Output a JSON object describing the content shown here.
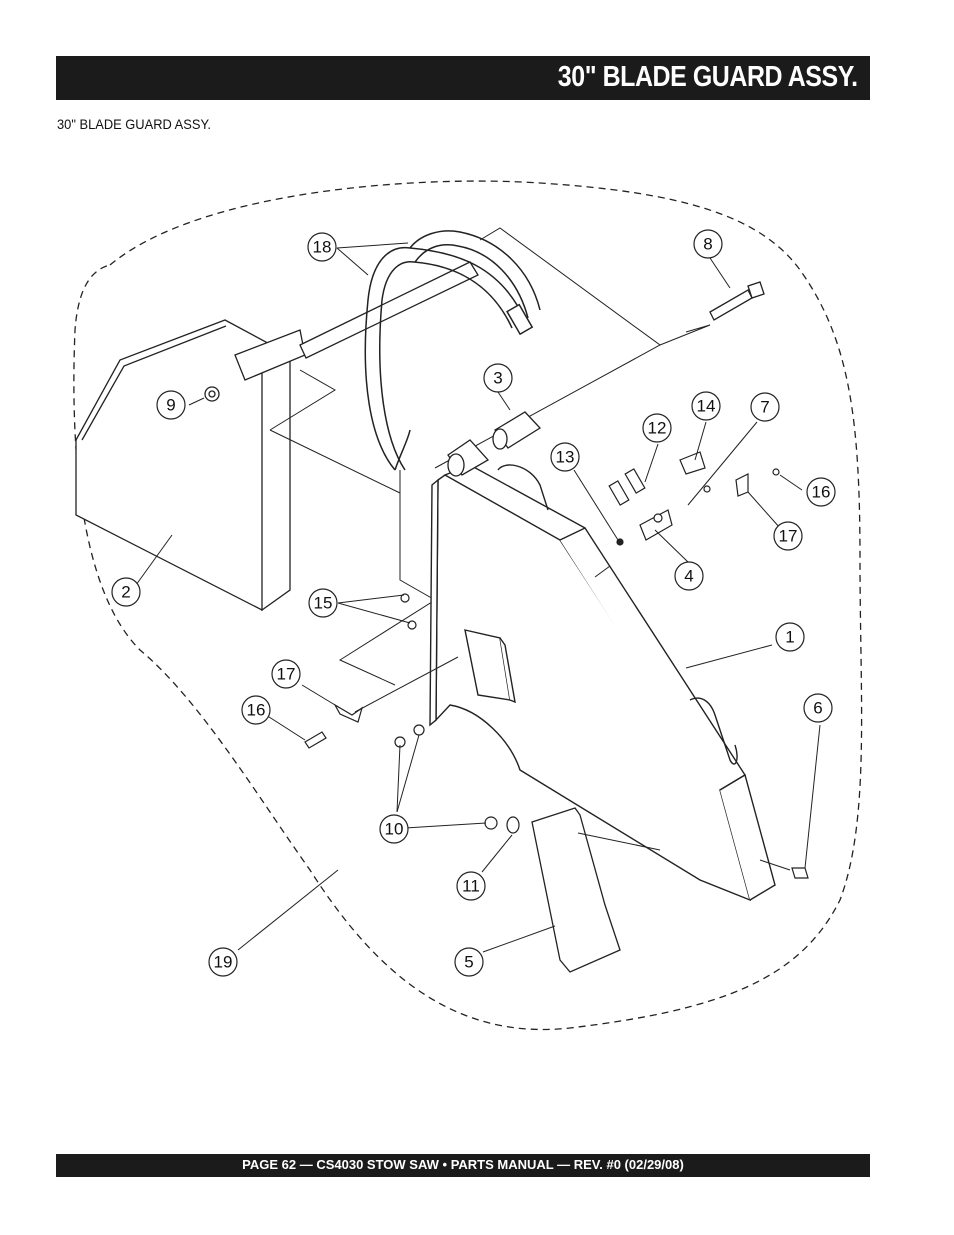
{
  "header": {
    "title": "30\" BLADE GUARD ASSY."
  },
  "subtitle": "30\" BLADE GUARD ASSY.",
  "callouts": {
    "c1": "1",
    "c2": "2",
    "c3": "3",
    "c4": "4",
    "c5": "5",
    "c6": "6",
    "c7": "7",
    "c8": "8",
    "c9": "9",
    "c10": "10",
    "c11": "11",
    "c12": "12",
    "c13": "13",
    "c14": "14",
    "c15": "15",
    "c16a": "16",
    "c16b": "16",
    "c17a": "17",
    "c17b": "17",
    "c18": "18",
    "c19": "19"
  },
  "footer": {
    "text": "PAGE 62 — CS4030 STOW SAW • PARTS MANUAL — REV. #0 (02/29/08)"
  }
}
